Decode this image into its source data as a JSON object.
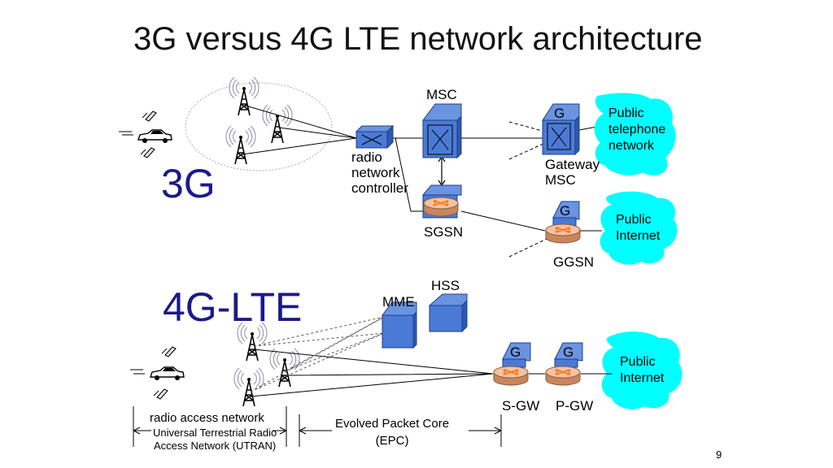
{
  "title": "3G versus 4G LTE network architecture",
  "sections": {
    "g3": "3G",
    "lte": "4G-LTE"
  },
  "labels": {
    "msc": "MSC",
    "rnc": "radio\nnetwork\ncontroller",
    "gateway_msc": "Gateway\nMSC",
    "sgsn": "SGSN",
    "ggsn": "GGSN",
    "hss": "HSS",
    "mme": "MME",
    "sgw": "S-GW",
    "pgw": "P-GW",
    "g": "G"
  },
  "clouds": {
    "telephone": "Public\ntelephone\nnetwork",
    "internet_3g": "Public\nInternet",
    "internet_4g": "Public\nInternet"
  },
  "bottom": {
    "ran": "radio access network",
    "utran": "Universal Terrestrial Radio\nAccess Network (UTRAN)",
    "epc": "Evolved Packet Core\n(EPC)"
  },
  "page_number": "9",
  "colors": {
    "node_blue": "#4a7ad6",
    "node_dark": "#1f3f8c",
    "cloud": "#00ffff",
    "router": "#e8a07a",
    "router_x": "#ff7a1a",
    "heading": "#1a1a8c"
  }
}
